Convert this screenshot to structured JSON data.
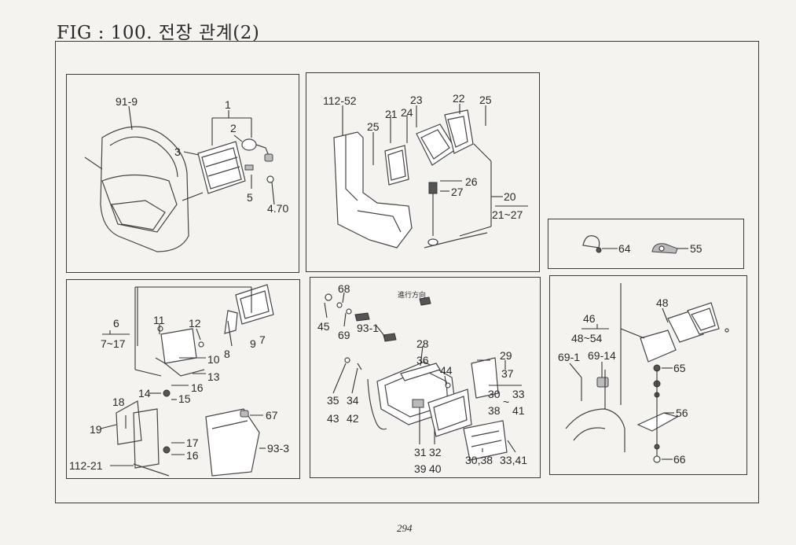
{
  "title": "FIG : 100. 전장 관계(2)",
  "page_number": "294",
  "panels": {
    "headlamp": {
      "labels": [
        "91-9",
        "1",
        "2",
        "3",
        "5",
        "4.70"
      ]
    },
    "work_lamp": {
      "labels": [
        "112-52",
        "23",
        "22",
        "25",
        "21",
        "24",
        "25",
        "26",
        "27",
        "20",
        "21~27"
      ]
    },
    "clips": {
      "labels": [
        "64",
        "55"
      ]
    },
    "rear_lamp": {
      "labels": [
        "6",
        "7~17",
        "11",
        "12",
        "10",
        "13",
        "8",
        "9",
        "7",
        "14",
        "15",
        "16",
        "18",
        "19",
        "17",
        "16",
        "67",
        "112-21",
        "93-3"
      ]
    },
    "tail_lamp": {
      "direction_text": "進行方向",
      "labels": [
        "68",
        "45",
        "69",
        "93-1",
        "28",
        "36",
        "29",
        "37",
        "44",
        "35",
        "43",
        "34",
        "42",
        "30",
        "33",
        "38",
        "41",
        "31",
        "39",
        "32",
        "40",
        "30,38",
        "33,41"
      ]
    },
    "side_lamp": {
      "labels": [
        "48",
        "46",
        "48~54",
        "69-1",
        "69-14",
        "65",
        "56",
        "66"
      ]
    }
  }
}
